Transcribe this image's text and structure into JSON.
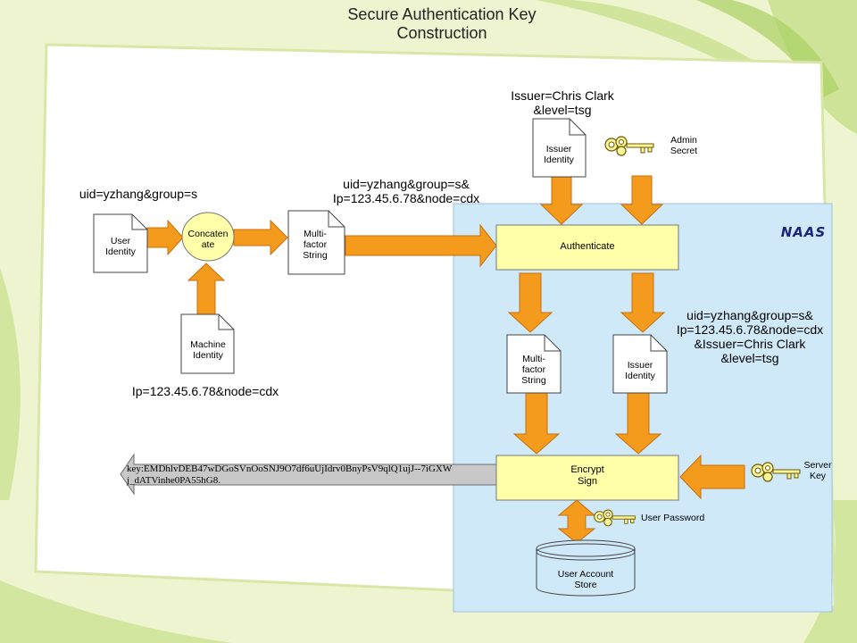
{
  "title": "Secure Authentication Key\nConstruction",
  "region_label": "NAAS",
  "uid_group": "uid=yzhang&group=s",
  "ip_node": "Ip=123.45.6.78&node=cdx",
  "combined_string": "uid=yzhang&group=s&\nIp=123.45.6.78&node=cdx",
  "issuer_info": "Issuer=Chris Clark\n&level=tsg",
  "full_string": "uid=yzhang&group=s&\nIp=123.45.6.78&node=cdx\n&Issuer=Chris Clark\n&level=tsg",
  "docs": {
    "user_identity": "User\nIdentity",
    "machine_identity": "Machine\nIdentity",
    "mfs_top": "Multi-\nfactor\nString",
    "issuer_top": "Issuer\nIdentity",
    "mfs_bottom": "Multi-\nfactor\nString",
    "issuer_bottom": "Issuer\nIdentity"
  },
  "concatenate": "Concaten\nate",
  "authenticate": "Authenticate",
  "encrypt_sign": "Encrypt\nSign",
  "admin_secret": "Admin\nSecret",
  "server_key": "Server\nKey",
  "user_password": "User Password",
  "user_account_store": "User Account\nStore",
  "output_key": "key:EMDhlvDEB47wDGoSVnOoSNJ9O7df6uUjIdrv0BnyPsV9qlQ1ujJ--7iGXWj_dATVinhe0PA55hG8.",
  "colors": {
    "arrow": "#f49a1d",
    "arrow_stroke": "#c8700a",
    "box_fill": "#ffffaa",
    "naas_fill": "#cfe9f8",
    "output_arrow": "#c0c0c0",
    "key_fill": "#fff59a",
    "db_fill": "#cfe9f8"
  }
}
